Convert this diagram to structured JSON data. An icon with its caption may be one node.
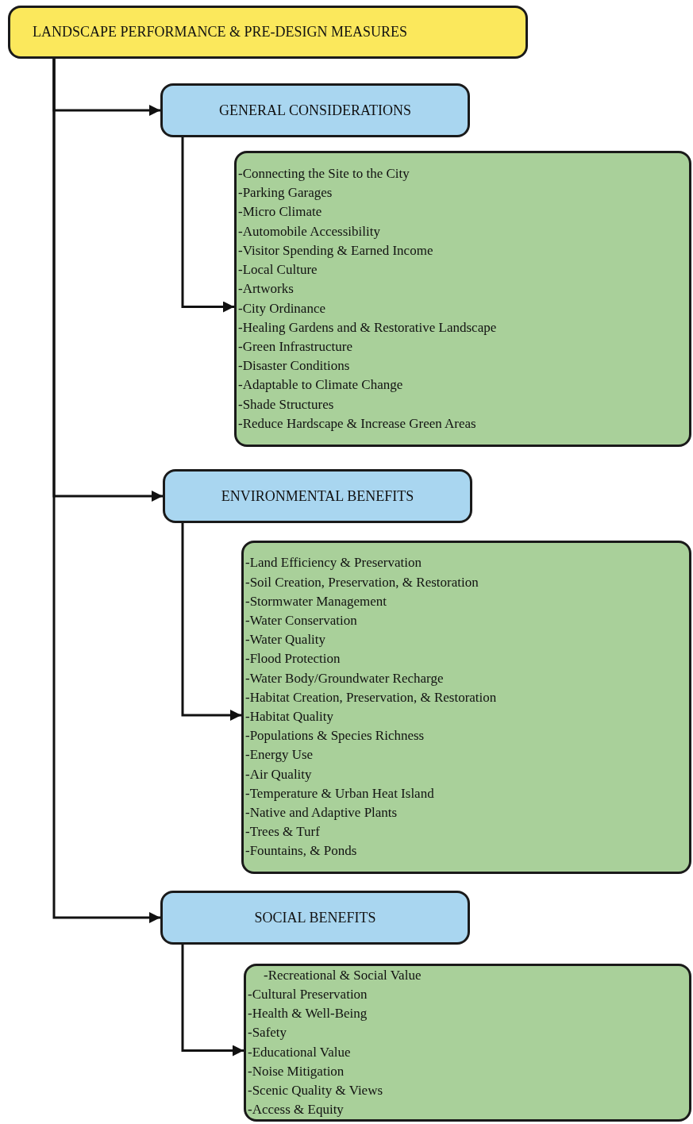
{
  "diagram": {
    "nodes": [
      {
        "text": [
          "LANDSCAPE PERFORMANCE & PRE-DESIGN MEASURES"
        ]
      },
      {
        "text": [
          "GENERAL CONSIDERATIONS"
        ]
      },
      {
        "text": [
          "-Connecting the Site to the City",
          "-Parking Garages",
          "-Micro Climate",
          "-Automobile Accessibility",
          "-Visitor Spending & Earned Income",
          "-Local Culture",
          "-Artworks",
          "-City Ordinance",
          "-Healing Gardens and & Restorative Landscape",
          "-Green Infrastructure",
          "-Disaster Conditions",
          "-Adaptable to Climate Change",
          "-Shade Structures",
          "-Reduce Hardscape & Increase Green Areas"
        ]
      },
      {
        "text": [
          "ENVIRONMENTAL BENEFITS"
        ]
      },
      {
        "text": [
          "-Land Efficiency & Preservation",
          "-Soil Creation, Preservation, & Restoration",
          "-Stormwater Management",
          "-Water Conservation",
          "-Water Quality",
          "-Flood Protection",
          "-Water Body/Groundwater Recharge",
          "-Habitat Creation, Preservation, & Restoration",
          "-Habitat Quality",
          "-Populations & Species Richness",
          "-Energy Use",
          "-Air Quality",
          "-Temperature & Urban Heat Island",
          "-Native and Adaptive Plants",
          "-Trees & Turf",
          "-Fountains, & Ponds"
        ]
      },
      {
        "text": [
          "SOCIAL BENEFITS"
        ]
      },
      {
        "text": [
          "-Recreational & Social Value",
          "-Cultural Preservation",
          "-Health & Well-Being",
          "-Safety",
          "-Educational Value",
          "-Noise Mitigation",
          "-Scenic Quality & Views",
          "-Access & Equity"
        ]
      }
    ],
    "edges": [
      {
        "from": 0,
        "to": 1,
        "arrow": "to"
      },
      {
        "from": 1,
        "to": 2,
        "arrow": "to"
      },
      {
        "from": 0,
        "to": 3,
        "arrow": "to"
      },
      {
        "from": 3,
        "to": 4,
        "arrow": "to"
      },
      {
        "from": 0,
        "to": 5,
        "arrow": "to"
      },
      {
        "from": 5,
        "to": 6,
        "arrow": "to"
      }
    ]
  }
}
